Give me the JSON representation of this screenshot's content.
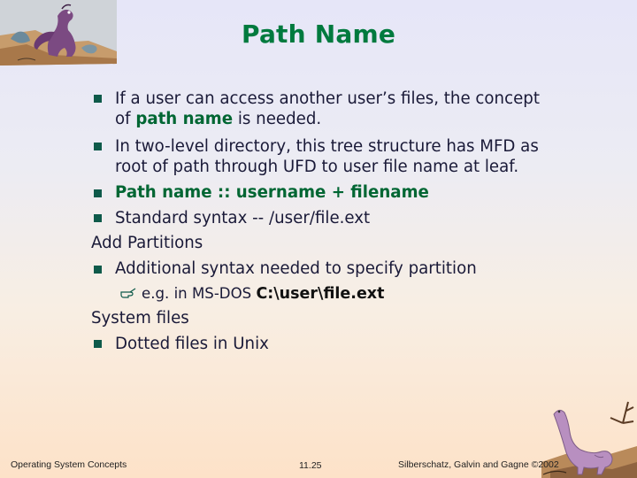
{
  "slide": {
    "title": "Path Name",
    "bullets": {
      "b1_line1": "If a user can access another user’s files, the concept",
      "b1_line2_pre": "of ",
      "b1_line2_em": "path name",
      "b1_line2_post": " is needed.",
      "b2_line1": "In two-level directory, this tree structure has MFD as",
      "b2_line2": "root of path through UFD to user file name at leaf.",
      "b3": "Path name :: username + filename",
      "b4": "Standard syntax -- /user/file.ext",
      "heading1": "Add Partitions",
      "b5": "Additional syntax needed to specify partition",
      "sub1_pre": "e.g. in MS-DOS  ",
      "sub1_em": "C:\\user\\file.ext",
      "heading2": "System files",
      "b6": "Dotted files in Unix"
    },
    "icons": {
      "bullet": "square-bullet-icon",
      "sub_bullet": "pointing-hand-icon"
    },
    "colors": {
      "title": "#007a3e",
      "accent_text": "#006633",
      "bullet": "#0e5a4a",
      "body_text": "#1a1a38"
    }
  },
  "footer": {
    "left": "Operating System Concepts",
    "center": "11.25",
    "right": "Silberschatz, Galvin and  Gagne ©2002"
  }
}
